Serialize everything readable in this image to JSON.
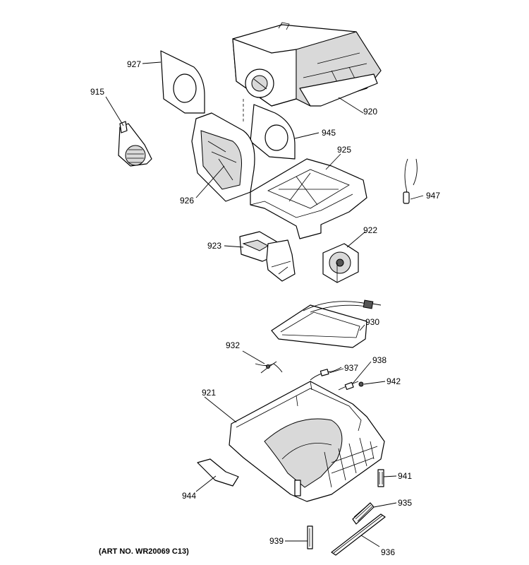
{
  "diagram": {
    "art_number": "(ART NO. WR20069 C13)",
    "parts": [
      {
        "id": "p927",
        "label": "927"
      },
      {
        "id": "p915",
        "label": "915"
      },
      {
        "id": "p920",
        "label": "920"
      },
      {
        "id": "p945",
        "label": "945"
      },
      {
        "id": "p925",
        "label": "925"
      },
      {
        "id": "p926",
        "label": "926"
      },
      {
        "id": "p947",
        "label": "947"
      },
      {
        "id": "p923",
        "label": "923"
      },
      {
        "id": "p922",
        "label": "922"
      },
      {
        "id": "p930",
        "label": "930"
      },
      {
        "id": "p932",
        "label": "932"
      },
      {
        "id": "p937",
        "label": "937"
      },
      {
        "id": "p938",
        "label": "938"
      },
      {
        "id": "p942",
        "label": "942"
      },
      {
        "id": "p921",
        "label": "921"
      },
      {
        "id": "p941",
        "label": "941"
      },
      {
        "id": "p944",
        "label": "944"
      },
      {
        "id": "p935",
        "label": "935"
      },
      {
        "id": "p939",
        "label": "939"
      },
      {
        "id": "p936",
        "label": "936"
      }
    ]
  }
}
